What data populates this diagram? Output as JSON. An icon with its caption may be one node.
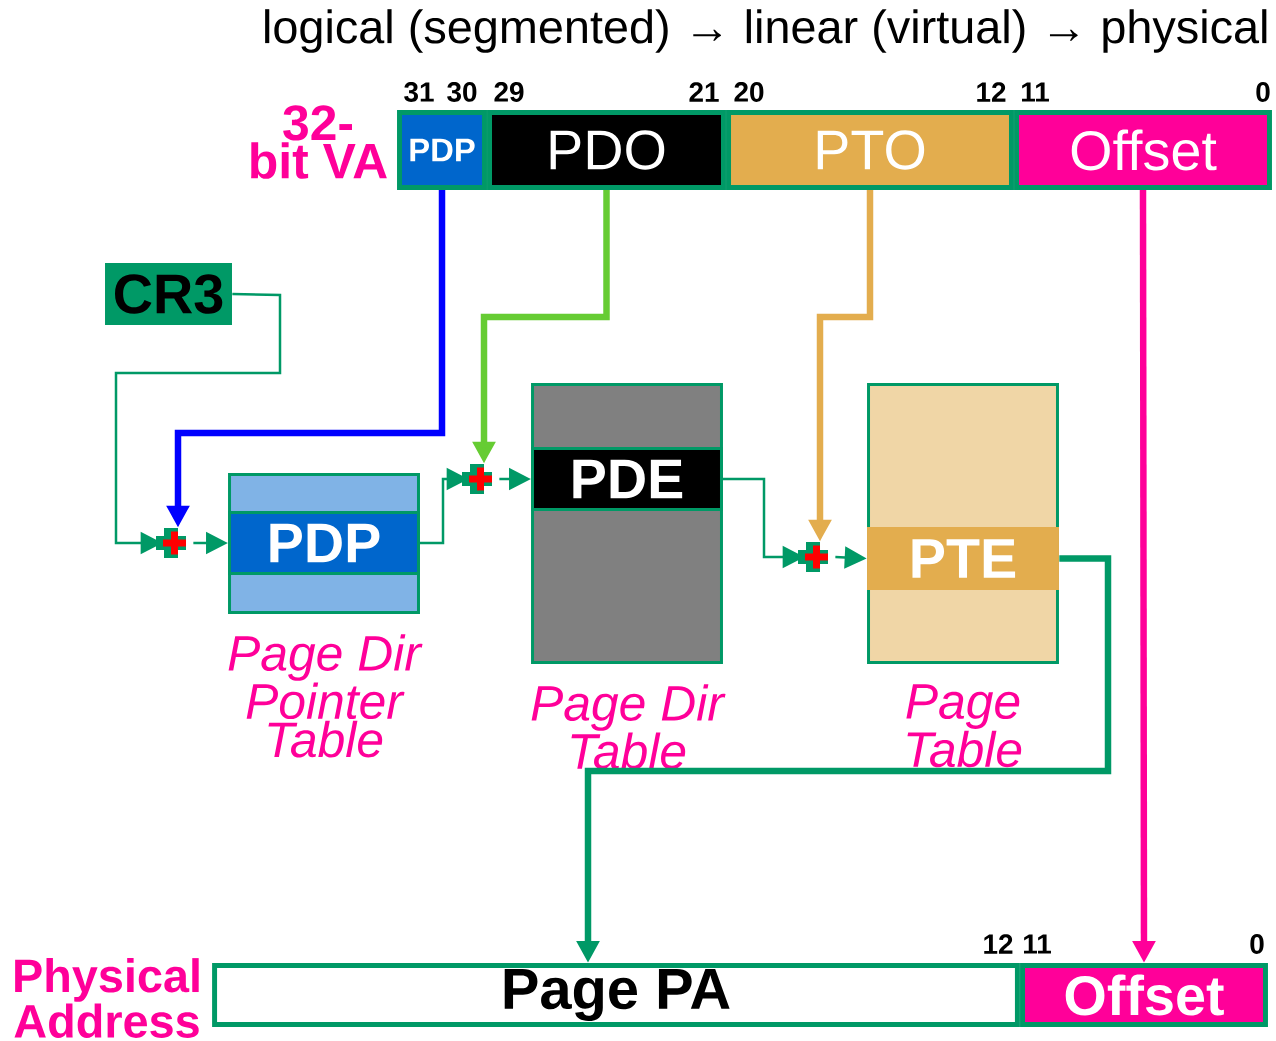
{
  "diagram": {
    "title": "logical (segmented) → linear (virtual) → physical",
    "nodes": [
      {
        "text": [
          "PDP"
        ]
      },
      {
        "text": [
          "PDO"
        ]
      },
      {
        "text": [
          "PTO"
        ]
      },
      {
        "text": [
          "Offset"
        ]
      },
      {
        "text": [
          "CR3"
        ]
      },
      {
        "text": [
          "Page Dir Pointer Table"
        ]
      },
      {
        "text": [
          "PDP"
        ],
        "in": 5
      },
      {
        "text": [
          "Page Dir Table"
        ]
      },
      {
        "text": [
          "PDE"
        ],
        "in": 7
      },
      {
        "text": [
          "Page Table"
        ]
      },
      {
        "text": [
          "PTE"
        ],
        "in": 9
      },
      {
        "text": [
          "Page PA"
        ]
      },
      {
        "text": [
          "Offset"
        ]
      },
      {
        "text": [],
        "shape": "plus"
      },
      {
        "text": [],
        "shape": "plus"
      },
      {
        "text": [],
        "shape": "plus"
      }
    ],
    "edges": [
      {
        "from": 4,
        "to": 13,
        "arrow": "to"
      },
      {
        "from": 0,
        "to": 13,
        "arrow": "to",
        "style": "thick",
        "color": "#0000ff"
      },
      {
        "from": 13,
        "to": 6,
        "arrow": "to"
      },
      {
        "from": 6,
        "to": 14,
        "arrow": "to"
      },
      {
        "from": 1,
        "to": 14,
        "arrow": "to",
        "style": "thick",
        "color": "#66cc33"
      },
      {
        "from": 14,
        "to": 8,
        "arrow": "to"
      },
      {
        "from": 8,
        "to": 15,
        "arrow": "to"
      },
      {
        "from": 2,
        "to": 15,
        "arrow": "to",
        "style": "thick",
        "color": "#e3ad4e"
      },
      {
        "from": 15,
        "to": 10,
        "arrow": "to"
      },
      {
        "from": 10,
        "to": 11,
        "arrow": "to",
        "style": "thick"
      },
      {
        "from": 3,
        "to": 12,
        "arrow": "to",
        "style": "thick",
        "color": "#ff0099"
      }
    ],
    "labels": [
      "32-bit VA",
      "31",
      "30",
      "29",
      "21",
      "20",
      "12",
      "11",
      "0",
      "12",
      "11",
      "0",
      "Physical Address"
    ]
  }
}
